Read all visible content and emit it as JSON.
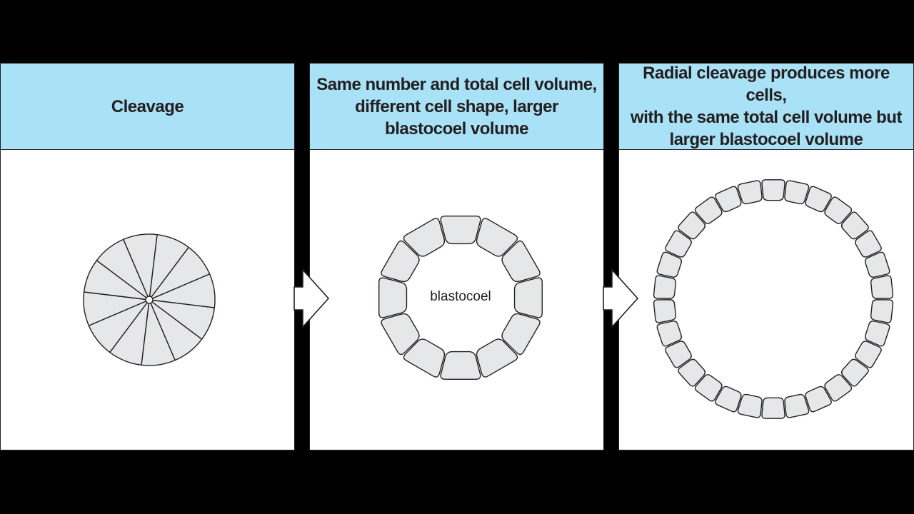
{
  "colors": {
    "background": "#000000",
    "panel": "#ffffff",
    "header": "#a9e1f6",
    "cell_fill": "#e6e7e8",
    "stroke": "#231f20"
  },
  "panels": [
    {
      "title": "Cleavage",
      "cell_count": 12
    },
    {
      "title": "Same number and total cell volume,\ndifferent cell shape, larger\nblastocoel volume",
      "cell_count": 12,
      "inner_label": "blastocoel"
    },
    {
      "title": "Radial cleavage produces more cells,\nwith the same total cell volume but\nlarger blastocoel volume",
      "cell_count": 30
    }
  ],
  "arrows": [
    {
      "from": "panel-1",
      "to": "panel-2",
      "icon": "right-arrow-icon"
    },
    {
      "from": "panel-2",
      "to": "panel-3",
      "icon": "right-arrow-icon"
    }
  ]
}
